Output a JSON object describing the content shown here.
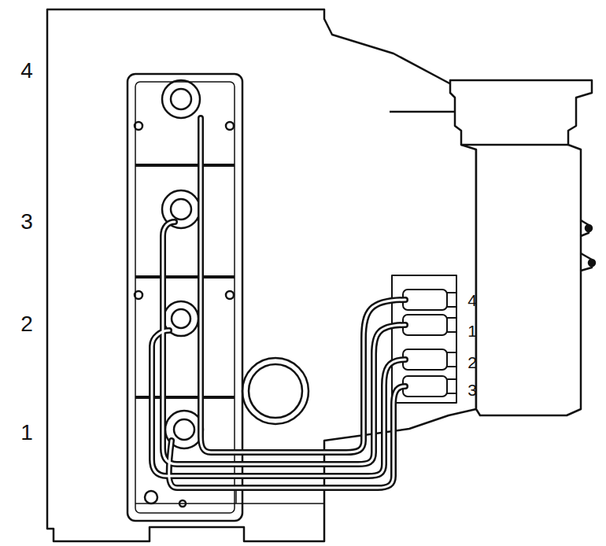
{
  "diagram": {
    "labels": [
      "4",
      "3",
      "2",
      "1",
      "4",
      "1",
      "2",
      "3"
    ]
  }
}
